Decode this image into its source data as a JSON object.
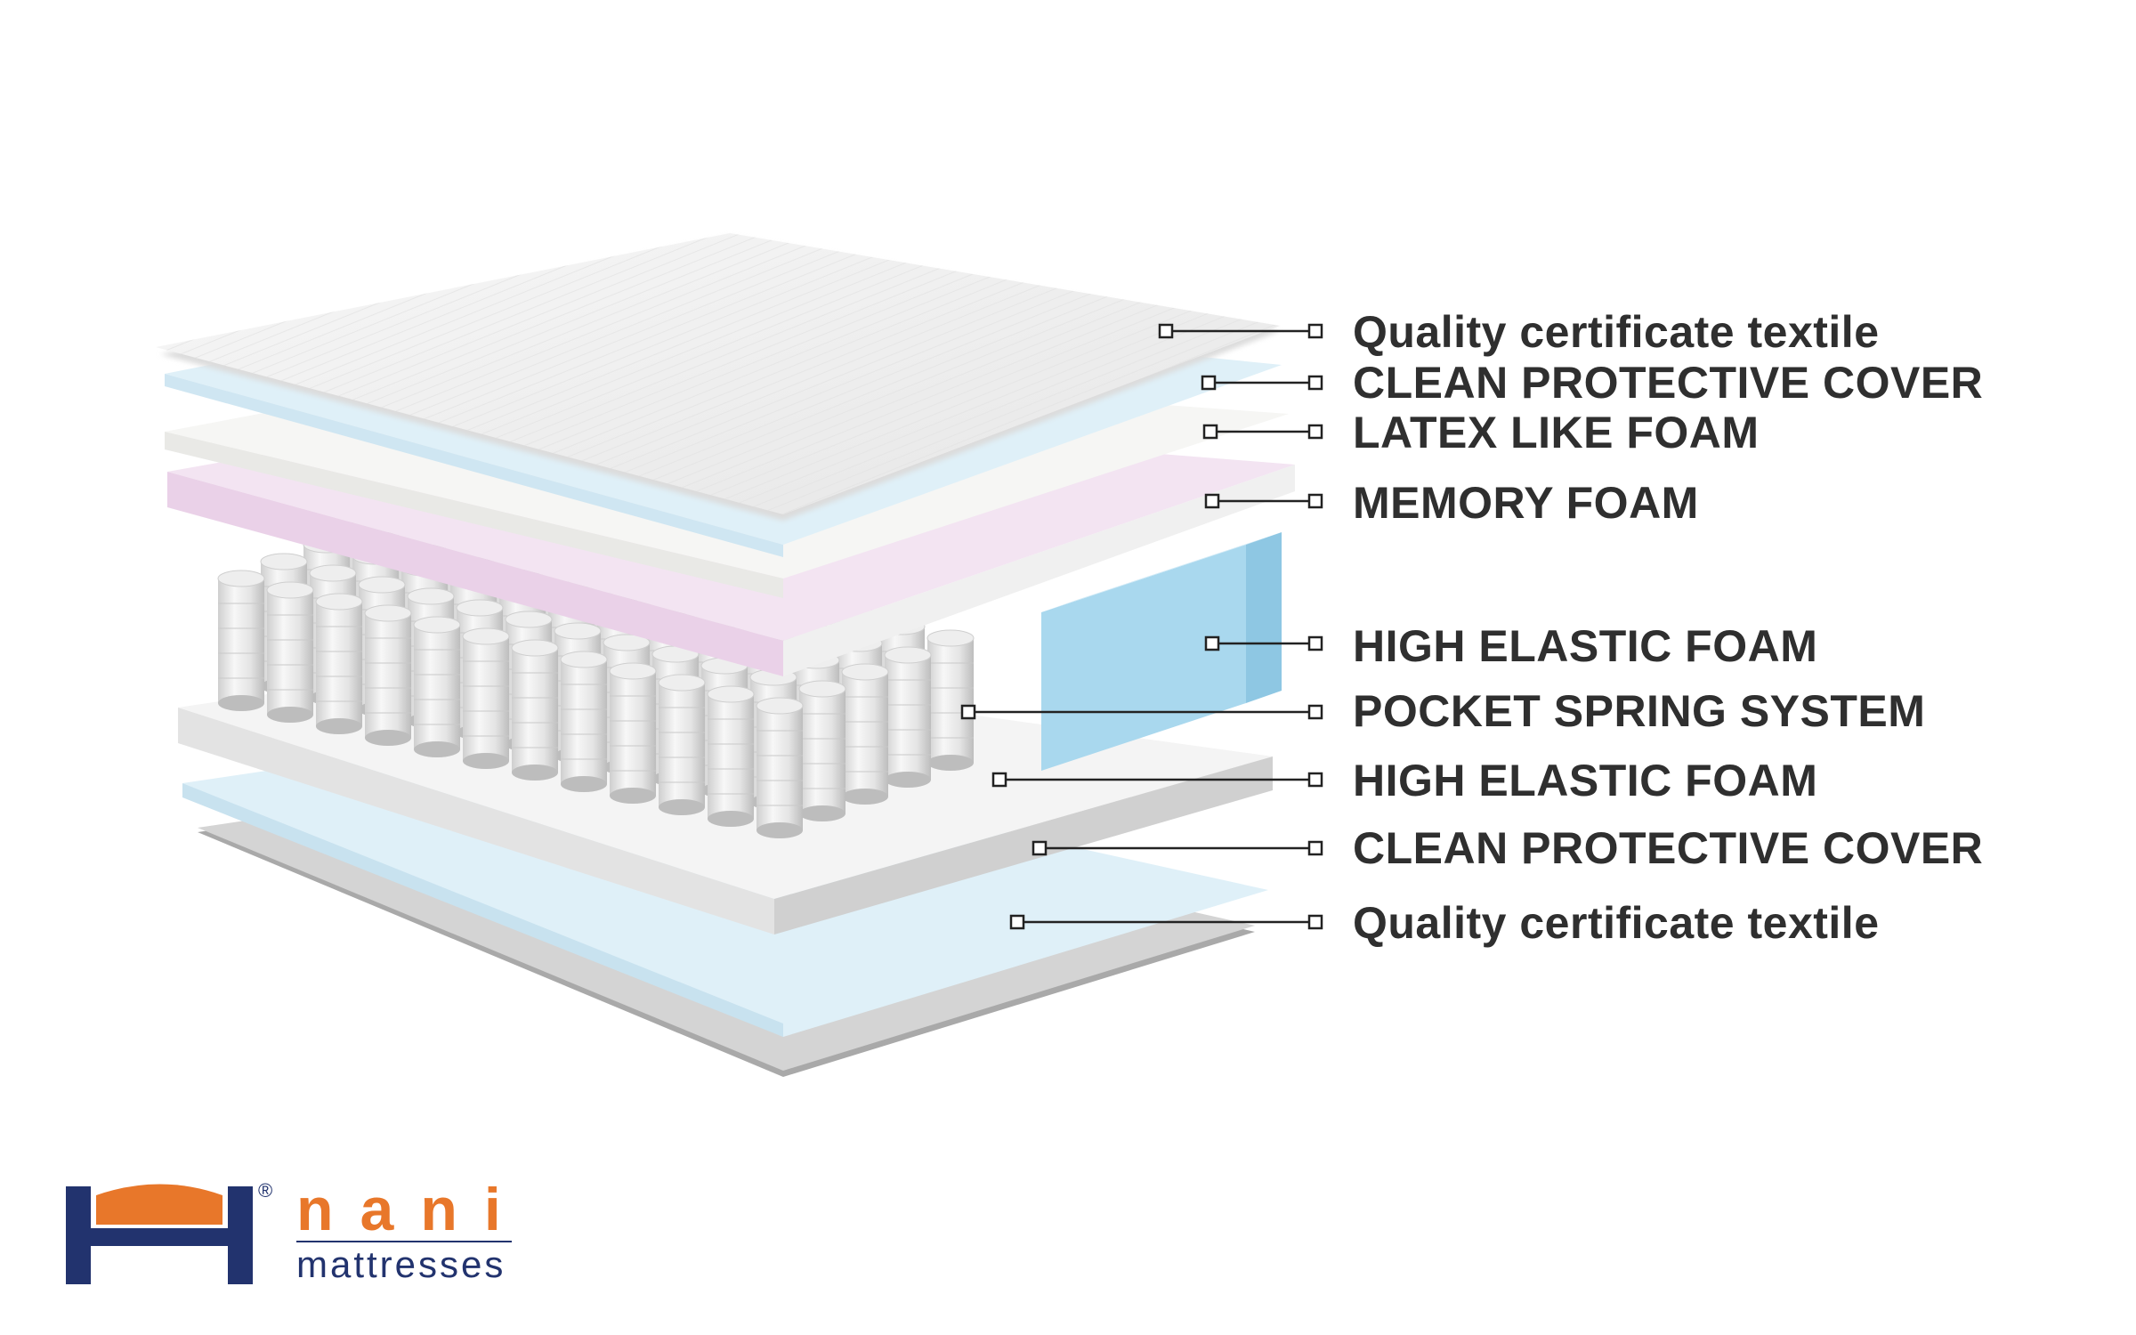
{
  "layers": [
    {
      "label": "Quality certificate textile",
      "kind": "top-textile"
    },
    {
      "label": "CLEAN PROTECTIVE COVER",
      "kind": "top-cover"
    },
    {
      "label": "LATEX LIKE FOAM",
      "kind": "latex"
    },
    {
      "label": "MEMORY FOAM",
      "kind": "memory"
    },
    {
      "label": "HIGH ELASTIC FOAM",
      "kind": "elastic-side"
    },
    {
      "label": "POCKET SPRING SYSTEM",
      "kind": "springs"
    },
    {
      "label": "HIGH ELASTIC FOAM",
      "kind": "elastic-base"
    },
    {
      "label": "CLEAN PROTECTIVE COVER",
      "kind": "bottom-cover"
    },
    {
      "label": "Quality certificate textile",
      "kind": "bottom-textile"
    }
  ],
  "colors": {
    "textile": "#f3f3f3",
    "cover": "#dff0f8",
    "latex": "#f6f6f4",
    "memory": "#f1dff0",
    "elastic_foam": "#a9d8ee",
    "base_foam": "#f4f4f4",
    "bottom_shade": "#a9a9a9",
    "label_text": "#2f2f2f",
    "brand_blue": "#22336e",
    "brand_orange": "#e8772a"
  },
  "brand": {
    "name": "nani",
    "tagline": "mattresses",
    "registered": "®"
  }
}
